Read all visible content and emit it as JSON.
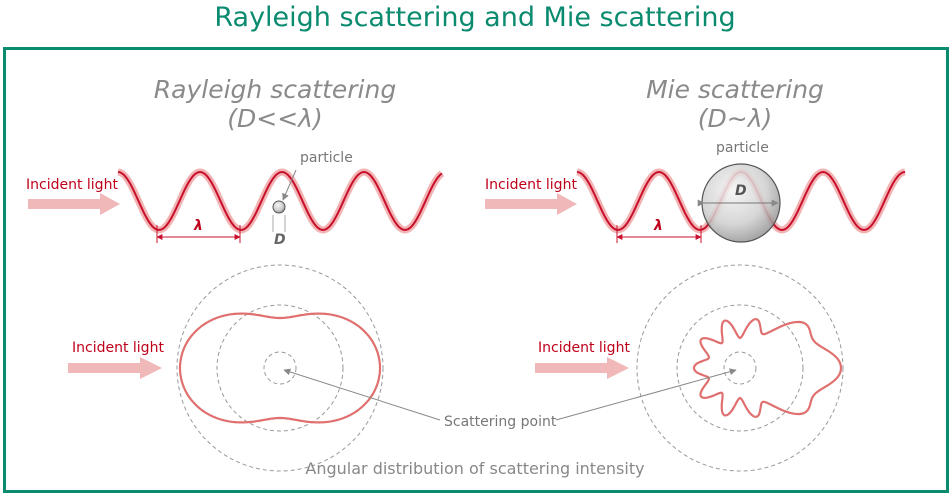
{
  "title": "Rayleigh scattering and Mie scattering",
  "rayleigh": {
    "heading": "Rayleigh scattering",
    "condition": "(D<<λ)",
    "incident_top": "Incident light",
    "incident_bottom": "Incident light",
    "particle": "particle",
    "wavelength": "λ",
    "diameter": "D"
  },
  "mie": {
    "heading": "Mie scattering",
    "condition": "(D∼λ)",
    "incident_top": "Incident light",
    "incident_bottom": "Incident light",
    "particle": "particle",
    "wavelength": "λ",
    "diameter": "D"
  },
  "scattering_point": "Scattering point",
  "caption": "Angular distribution of scattering intensity",
  "colors": {
    "frame": "#0a8a6e",
    "wave": "#c8102e",
    "wave_glow": "#f2b3b3",
    "arrow": "#f0b8b8"
  }
}
